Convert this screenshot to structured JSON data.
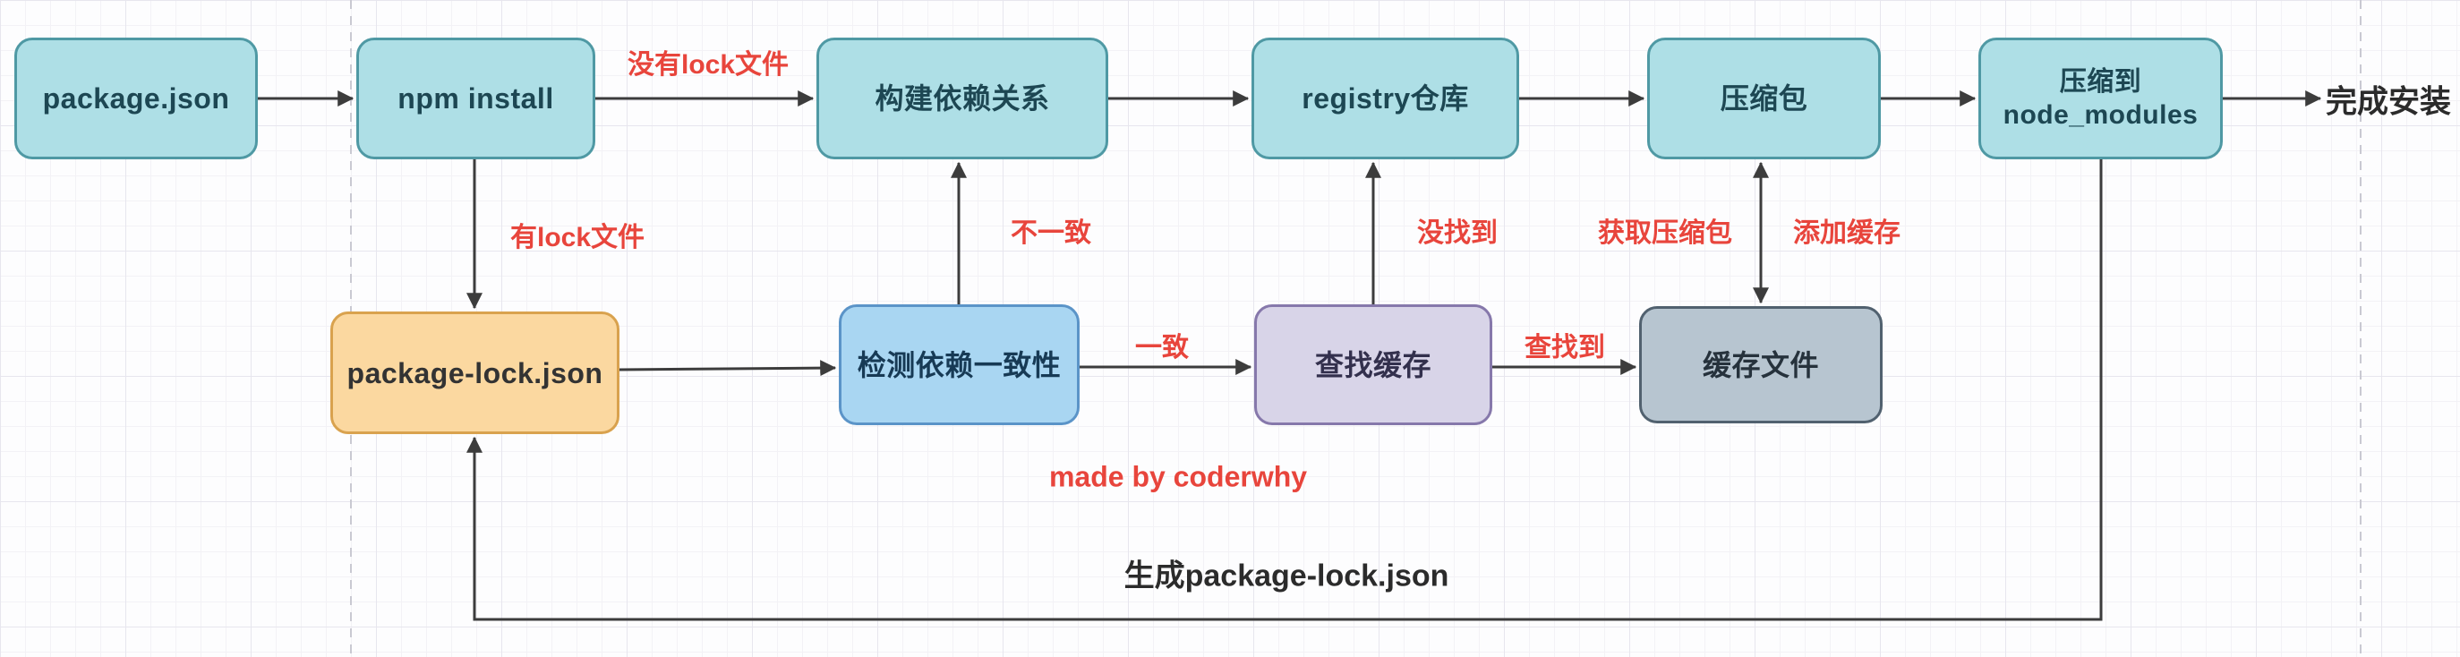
{
  "diagram": {
    "title": "npm install flow",
    "type": "flowchart",
    "grid": "on",
    "page_guides": {
      "dashed_vertical_x": [
        392,
        2637
      ]
    }
  },
  "nodes": {
    "package_json": {
      "label": "package.json",
      "shape": "rounded-rect",
      "color": "#aedfe6",
      "border": "#4f99a4"
    },
    "npm_install": {
      "label": "npm install",
      "shape": "rounded-rect",
      "color": "#aedfe6",
      "border": "#4f99a4"
    },
    "build_deps": {
      "label": "构建依赖关系",
      "shape": "rounded-rect",
      "color": "#aedfe6",
      "border": "#4f99a4"
    },
    "registry": {
      "label": "registry仓库",
      "shape": "rounded-rect",
      "color": "#aedfe6",
      "border": "#4f99a4"
    },
    "tarball": {
      "label": "压缩包",
      "shape": "rounded-rect",
      "color": "#aedfe6",
      "border": "#4f99a4"
    },
    "extract": {
      "label_line1": "压缩到",
      "label_line2": "node_modules",
      "shape": "rounded-rect",
      "color": "#aedfe6",
      "border": "#4f99a4"
    },
    "package_lock": {
      "label": "package-lock.json",
      "shape": "rounded-rect",
      "color": "#fbd8a0",
      "border": "#d9a24e"
    },
    "check_consist": {
      "label": "检测依赖一致性",
      "shape": "rounded-rect",
      "color": "#a9d6f2",
      "border": "#5b94c8"
    },
    "find_cache": {
      "label": "查找缓存",
      "shape": "rounded-rect",
      "color": "#d8d4e8",
      "border": "#8678ab"
    },
    "cache_file": {
      "label": "缓存文件",
      "shape": "rounded-rect",
      "color": "#b7c5d0",
      "border": "#51616f"
    }
  },
  "edge_labels": {
    "no_lock_file": {
      "label": "没有lock文件",
      "edge": "npm_install → build_deps"
    },
    "has_lock_file": {
      "label": "有lock文件",
      "edge": "npm_install → package_lock"
    },
    "mismatch": {
      "label": "不一致",
      "edge": "check_consist → build_deps"
    },
    "match": {
      "label": "一致",
      "edge": "check_consist → find_cache"
    },
    "not_found": {
      "label": "没找到",
      "edge": "find_cache → registry"
    },
    "found": {
      "label": "查找到",
      "edge": "find_cache → cache_file"
    },
    "get_tarball": {
      "label": "获取压缩包",
      "edge": "cache_file ↔ tarball"
    },
    "add_cache": {
      "label": "添加缓存",
      "edge": "tarball ↔ cache_file"
    },
    "generate_lock": {
      "label": "生成package-lock.json",
      "edge": "extract → package_lock"
    }
  },
  "captions": {
    "finish": "完成安装",
    "made_by": "made by coderwhy"
  },
  "colors": {
    "edge_label_red": "#e8453c",
    "line": "#3c3c3c",
    "background": "#fdfdfe",
    "grid_minor": "#f3f2f6",
    "grid_major": "#e7e6ee",
    "guide_dash": "#c9c9d2"
  }
}
